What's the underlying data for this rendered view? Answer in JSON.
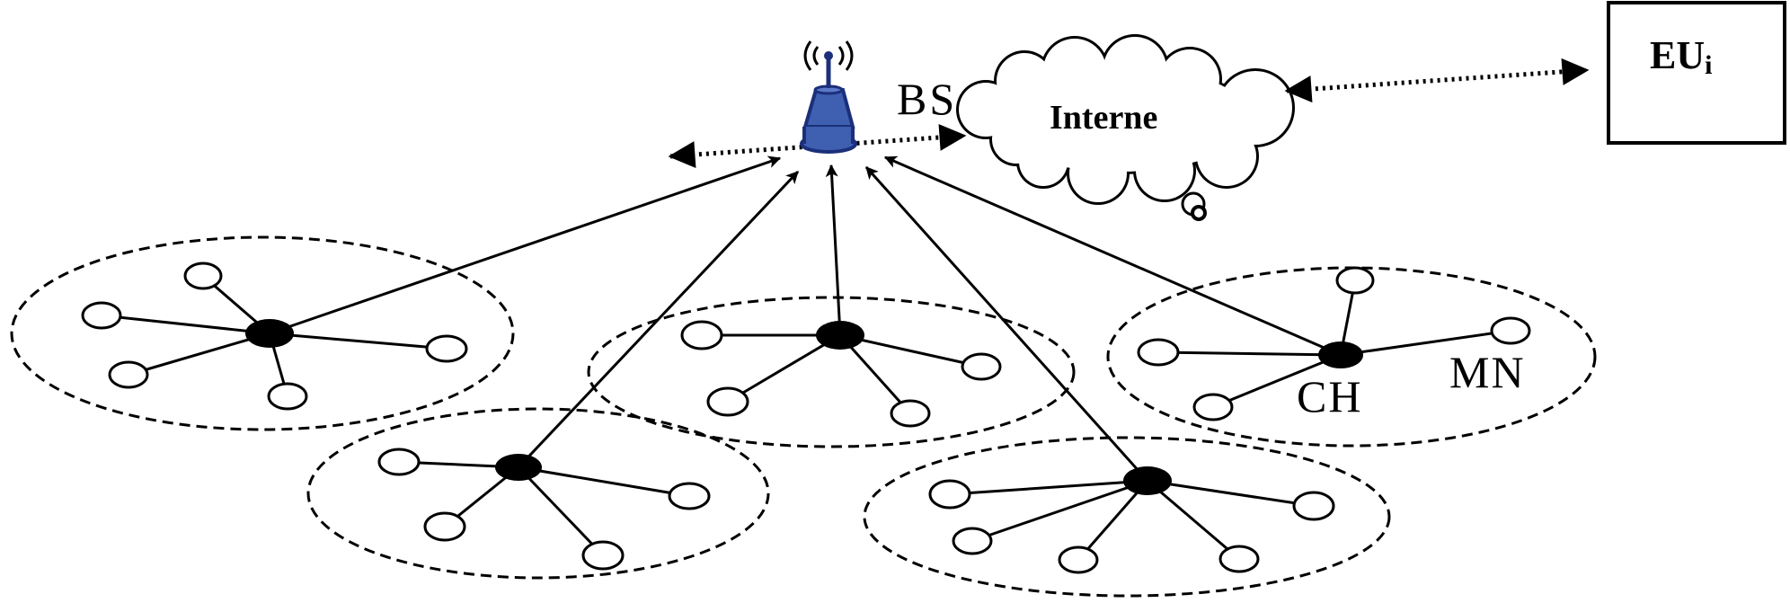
{
  "labels": {
    "bs": "BS",
    "cloud": "Interne",
    "eu_main": "EU",
    "eu_sub": "i",
    "ch": "CH",
    "mn": "MN"
  },
  "colors": {
    "line": "#000000",
    "tower_fill": "#3f5fb0",
    "tower_stroke": "#1b2f7a",
    "background": "#ffffff"
  },
  "icons": {
    "base_station": "antenna-tower-icon",
    "internet": "cloud-icon",
    "end_user": "end-user-box"
  }
}
